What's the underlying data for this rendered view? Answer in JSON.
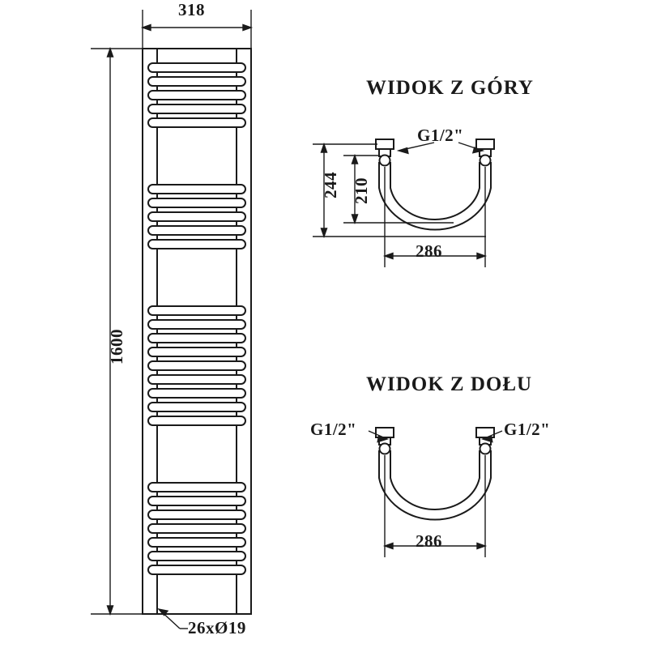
{
  "drawing": {
    "type": "technical-drawing",
    "subject": "towel-radiator-dimension-drawing",
    "units": "mm",
    "line_color": "#1a1a1a",
    "background": "#ffffff"
  },
  "front_view": {
    "name": "front-view",
    "width_label": "318",
    "height_label": "1600",
    "mounting_label": "26xØ19"
  },
  "top_view": {
    "title": "WIDOK Z GÓRY",
    "connection_label": "G1/2\"",
    "depth_label": "244",
    "inner_depth_label": "210",
    "width_label": "286"
  },
  "bottom_view": {
    "title": "WIDOK Z DOŁU",
    "connection_left_label": "G1/2\"",
    "connection_right_label": "G1/2\"",
    "width_label": "286"
  }
}
